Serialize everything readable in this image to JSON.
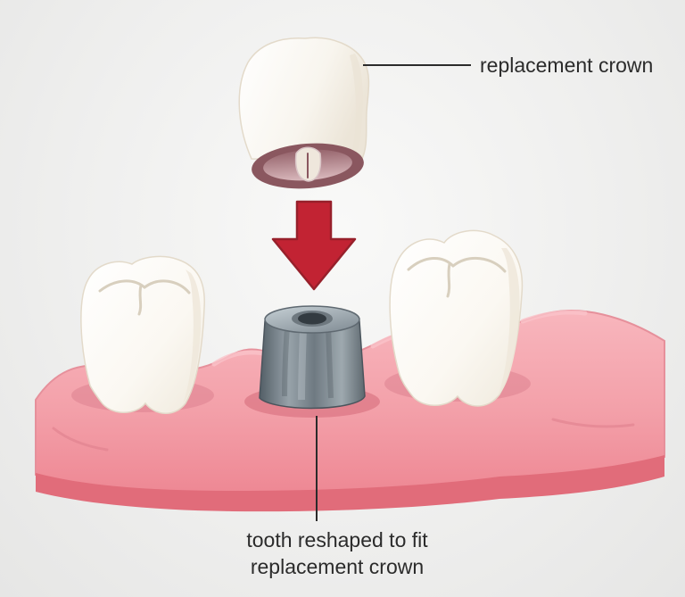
{
  "figure": {
    "labels": {
      "crown": {
        "text": "replacement crown"
      },
      "stub": {
        "line1": "tooth reshaped to fit",
        "line2": "replacement crown"
      }
    },
    "colors": {
      "background": "#efefee",
      "gum": "#F4A2AA",
      "gum_dark_band": "#E16C7A",
      "gum_shadow": "#DD8290",
      "gum_highlight": "#FAC3C9",
      "tooth_white": "#FFFFFF",
      "tooth_shade": "#EFE8DB",
      "tooth_groove": "#D8CFBE",
      "crown_rim": "#8A575F",
      "crown_inner": "#C9A2A8",
      "crown_tongue": "#EFE7DC",
      "stub_dark": "#535E66",
      "stub_light": "#9EA9AF",
      "stub_hole": "#333B41",
      "arrow": "#C22333",
      "arrow_edge": "#97202B",
      "leader_line": "#2B2B2B",
      "label_text": "#2B2B2B"
    }
  }
}
